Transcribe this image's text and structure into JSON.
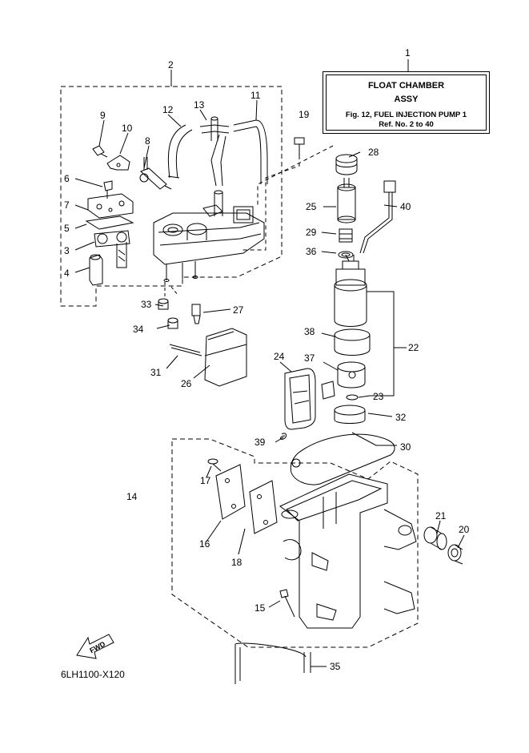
{
  "title_box": {
    "line1": "FLOAT CHAMBER",
    "line2": "ASSY",
    "line3": "Fig. 12, FUEL INJECTION PUMP 1",
    "line4": "Ref. No. 2 to 40"
  },
  "figure_code": "6LH1100-X120",
  "fwd_label": "FWD",
  "callouts": [
    "1",
    "2",
    "3",
    "4",
    "5",
    "6",
    "7",
    "8",
    "9",
    "10",
    "11",
    "12",
    "13",
    "14",
    "15",
    "16",
    "17",
    "18",
    "19",
    "20",
    "21",
    "22",
    "23",
    "24",
    "25",
    "26",
    "27",
    "28",
    "29",
    "30",
    "31",
    "32",
    "33",
    "34",
    "35",
    "36",
    "37",
    "38",
    "39",
    "40"
  ]
}
